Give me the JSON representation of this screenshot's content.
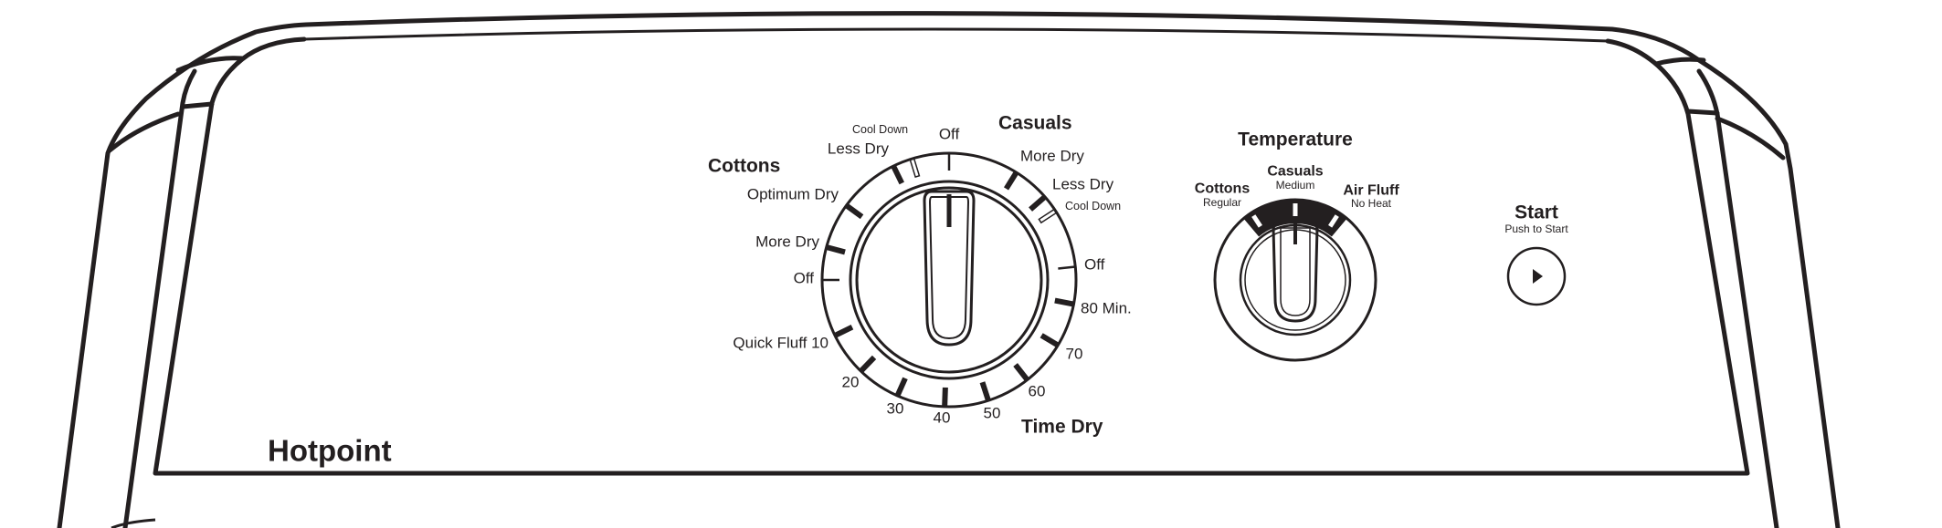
{
  "brand": "Hotpoint",
  "cycle_dial": {
    "selected": "Off",
    "groups": {
      "cottons": "Cottons",
      "casuals": "Casuals",
      "time_dry": "Time Dry"
    },
    "labels": {
      "top_off": "Off",
      "cottons_cool_down": "Cool Down",
      "cottons_less_dry": "Less Dry",
      "cottons_optimum_dry": "Optimum Dry",
      "cottons_more_dry": "More Dry",
      "left_off": "Off",
      "quick_fluff": "Quick Fluff 10",
      "t20": "20",
      "t30": "30",
      "t40": "40",
      "t50": "50",
      "t60": "60",
      "t70": "70",
      "t80": "80 Min.",
      "right_off": "Off",
      "casuals_cool_down": "Cool Down",
      "casuals_less_dry": "Less Dry",
      "casuals_more_dry": "More Dry"
    }
  },
  "temperature_dial": {
    "title": "Temperature",
    "selected": "Casuals",
    "options": [
      {
        "label": "Cottons",
        "sub": "Regular"
      },
      {
        "label": "Casuals",
        "sub": "Medium"
      },
      {
        "label": "Air Fluff",
        "sub": "No Heat"
      }
    ]
  },
  "start": {
    "label": "Start",
    "sub": "Push to Start",
    "icon": "play-icon"
  },
  "colors": {
    "ink": "#231f20",
    "background": "#ffffff"
  }
}
